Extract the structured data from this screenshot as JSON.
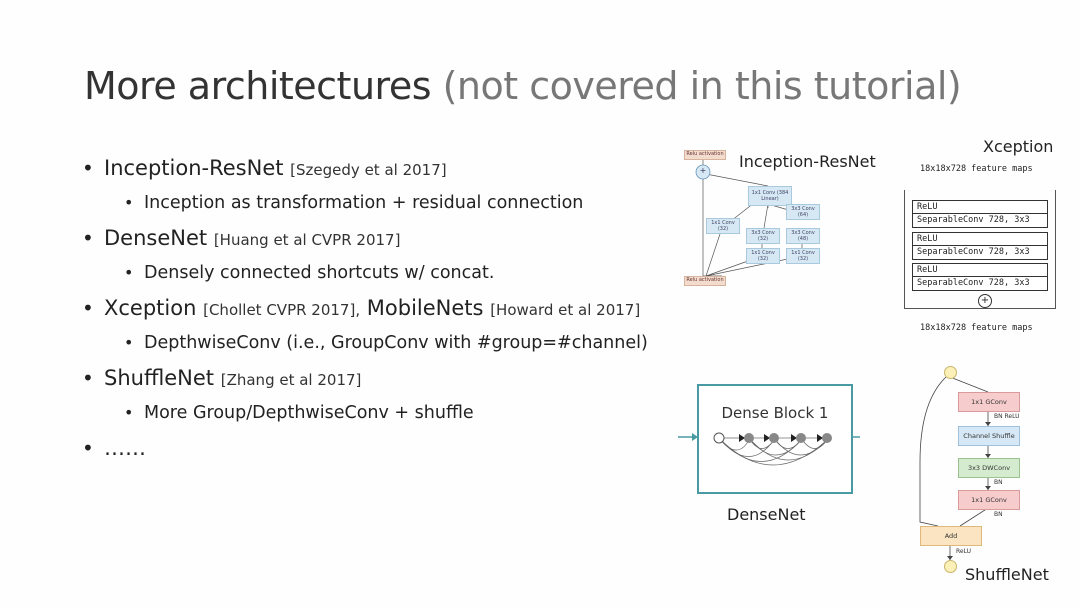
{
  "slide": {
    "title": "More architectures",
    "title_sub": "(not covered in this tutorial)"
  },
  "bullets": [
    {
      "name": "Inception-ResNet",
      "cite": "[Szegedy et al 2017]",
      "sub": "Inception as transformation + residual connection"
    },
    {
      "name": "DenseNet",
      "cite": "[Huang et al CVPR 2017]",
      "sub": "Densely connected shortcuts w/ concat."
    },
    {
      "name": "Xception",
      "cite": "[Chollet CVPR 2017],",
      "name2": "MobileNets",
      "cite2": "[Howard et al 2017]",
      "sub": "DepthwiseConv (i.e., GroupConv with #group=#channel)"
    },
    {
      "name": "ShuffleNet",
      "cite": "[Zhang et al 2017]",
      "sub": "More Group/DepthwiseConv + shuffle"
    },
    {
      "name": "……"
    }
  ],
  "figures": {
    "inception_resnet": {
      "label": "Inception-ResNet",
      "relu_top": "Relu activation",
      "relu_bottom": "Relu activation",
      "plus": "+",
      "boxes": [
        "1x1 Conv (384 Linear)",
        "1x1 Conv (32)",
        "3x3 Conv (64)",
        "3x3 Conv (32)",
        "3x3 Conv (48)",
        "1x1 Conv (32)",
        "1x1 Conv (32)"
      ]
    },
    "xception": {
      "label": "Xception",
      "input": "18x18x728 feature maps",
      "output": "18x18x728 feature maps",
      "blocks": [
        {
          "act": "ReLU",
          "op": "SeparableConv 728, 3x3"
        },
        {
          "act": "ReLU",
          "op": "SeparableConv 728, 3x3"
        },
        {
          "act": "ReLU",
          "op": "SeparableConv 728, 3x3"
        }
      ],
      "plus": "+"
    },
    "densenet": {
      "label": "DenseNet",
      "block_title": "Dense Block 1"
    },
    "shufflenet": {
      "label": "ShuffleNet",
      "nodes": [
        "1x1 GConv",
        "Channel Shuffle",
        "3x3 DWConv",
        "1x1 GConv"
      ],
      "edge_labels": [
        "BN ReLU",
        "BN",
        "BN",
        "ReLU"
      ],
      "add": "Add"
    }
  },
  "colors": {
    "densenet_border": "#4a9aa3",
    "inception_box": "#d5e8f4",
    "shuffle_red": "#f6cccc",
    "shuffle_blue": "#d6e8f5",
    "shuffle_green": "#d5ebcf",
    "shuffle_add": "#fbe4c2"
  }
}
